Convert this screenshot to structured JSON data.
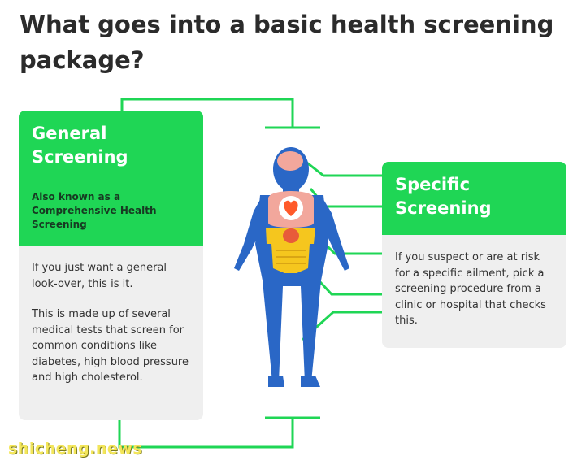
{
  "title": "What goes into a basic health screening package?",
  "general": {
    "heading": "General Screening",
    "subheading": "Also known as a Comprehensive Health Screening",
    "paragraphs": [
      "If you just want a general look-over, this is it.",
      "This is made up of several medical tests that screen for common conditions like diabetes, high blood pressure and high cholesterol."
    ]
  },
  "specific": {
    "heading": "Specific Screening",
    "body": "If you suspect or are at risk for a specific ailment, pick a screening procedure from a clinic or hospital that checks this."
  },
  "watermark": "shicheng.news",
  "colors": {
    "green": "#1fd655",
    "card_gray": "#efefef",
    "body_blue": "#2a67c6",
    "organ_pink": "#f2a79c",
    "heart_orange": "#ff5a2a",
    "stomach_yellow": "#f5c61e"
  }
}
